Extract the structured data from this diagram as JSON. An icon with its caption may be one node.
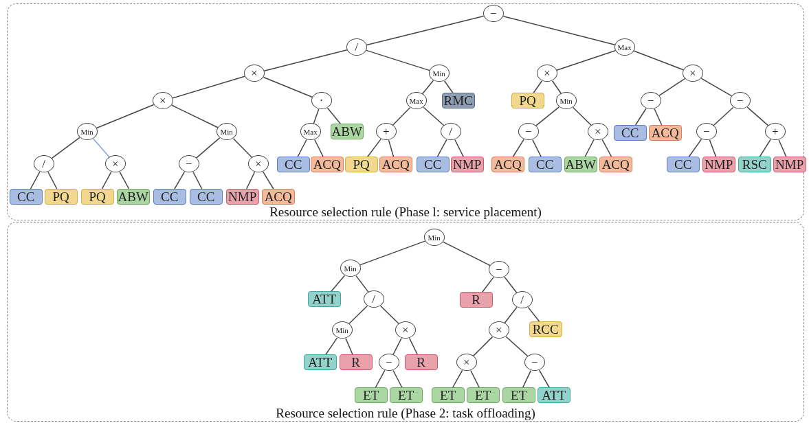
{
  "diagram": {
    "nodes": [
      {
        "text": [
          "Resource selection rule (Phase l: service placement)"
        ]
      },
      {
        "text": [
          "−"
        ],
        "in": 0
      },
      {
        "text": [
          "/"
        ],
        "in": 0
      },
      {
        "text": [
          "Max"
        ],
        "in": 0
      },
      {
        "text": [
          "×"
        ],
        "in": 0
      },
      {
        "text": [
          "Min"
        ],
        "in": 0
      },
      {
        "text": [
          "×"
        ],
        "in": 0
      },
      {
        "text": [
          "×"
        ],
        "in": 0
      },
      {
        "text": [
          "×"
        ],
        "in": 0
      },
      {
        "text": [
          "·"
        ],
        "in": 0
      },
      {
        "text": [
          "Max"
        ],
        "in": 0
      },
      {
        "text": [
          "RMC"
        ],
        "in": 0
      },
      {
        "text": [
          "PQ"
        ],
        "in": 0
      },
      {
        "text": [
          "Min"
        ],
        "in": 0
      },
      {
        "text": [
          "−"
        ],
        "in": 0
      },
      {
        "text": [
          "−"
        ],
        "in": 0
      },
      {
        "text": [
          "Min"
        ],
        "in": 0
      },
      {
        "text": [
          "Min"
        ],
        "in": 0
      },
      {
        "text": [
          "Max"
        ],
        "in": 0
      },
      {
        "text": [
          "ABW"
        ],
        "in": 0
      },
      {
        "text": [
          "+"
        ],
        "in": 0
      },
      {
        "text": [
          "/"
        ],
        "in": 0
      },
      {
        "text": [
          "−"
        ],
        "in": 0
      },
      {
        "text": [
          "×"
        ],
        "in": 0
      },
      {
        "text": [
          "CC"
        ],
        "in": 0
      },
      {
        "text": [
          "ACQ"
        ],
        "in": 0
      },
      {
        "text": [
          "−"
        ],
        "in": 0
      },
      {
        "text": [
          "+"
        ],
        "in": 0
      },
      {
        "text": [
          "/"
        ],
        "in": 0
      },
      {
        "text": [
          "×"
        ],
        "in": 0
      },
      {
        "text": [
          "−"
        ],
        "in": 0
      },
      {
        "text": [
          "×"
        ],
        "in": 0
      },
      {
        "text": [
          "CC"
        ],
        "in": 0
      },
      {
        "text": [
          "ACQ"
        ],
        "in": 0
      },
      {
        "text": [
          "PQ"
        ],
        "in": 0
      },
      {
        "text": [
          "ACQ"
        ],
        "in": 0
      },
      {
        "text": [
          "CC"
        ],
        "in": 0
      },
      {
        "text": [
          "NMP"
        ],
        "in": 0
      },
      {
        "text": [
          "ACQ"
        ],
        "in": 0
      },
      {
        "text": [
          "CC"
        ],
        "in": 0
      },
      {
        "text": [
          "ABW"
        ],
        "in": 0
      },
      {
        "text": [
          "ACQ"
        ],
        "in": 0
      },
      {
        "text": [
          "CC"
        ],
        "in": 0
      },
      {
        "text": [
          "NMP"
        ],
        "in": 0
      },
      {
        "text": [
          "RSC"
        ],
        "in": 0
      },
      {
        "text": [
          "NMP"
        ],
        "in": 0
      },
      {
        "text": [
          "CC"
        ],
        "in": 0
      },
      {
        "text": [
          "PQ"
        ],
        "in": 0
      },
      {
        "text": [
          "PQ"
        ],
        "in": 0
      },
      {
        "text": [
          "ABW"
        ],
        "in": 0
      },
      {
        "text": [
          "CC"
        ],
        "in": 0
      },
      {
        "text": [
          "CC"
        ],
        "in": 0
      },
      {
        "text": [
          "NMP"
        ],
        "in": 0
      },
      {
        "text": [
          "ACQ"
        ],
        "in": 0
      },
      {
        "text": [
          "Resource selection rule (Phase 2: task offloading)"
        ]
      },
      {
        "text": [
          "Min"
        ],
        "in": 54
      },
      {
        "text": [
          "Min"
        ],
        "in": 54
      },
      {
        "text": [
          "−"
        ],
        "in": 54
      },
      {
        "text": [
          "ATT"
        ],
        "in": 54
      },
      {
        "text": [
          "/"
        ],
        "in": 54
      },
      {
        "text": [
          "R"
        ],
        "in": 54
      },
      {
        "text": [
          "/"
        ],
        "in": 54
      },
      {
        "text": [
          "Min"
        ],
        "in": 54
      },
      {
        "text": [
          "×"
        ],
        "in": 54
      },
      {
        "text": [
          "×"
        ],
        "in": 54
      },
      {
        "text": [
          "RCC"
        ],
        "in": 54
      },
      {
        "text": [
          "ATT"
        ],
        "in": 54
      },
      {
        "text": [
          "R"
        ],
        "in": 54
      },
      {
        "text": [
          "−"
        ],
        "in": 54
      },
      {
        "text": [
          "R"
        ],
        "in": 54
      },
      {
        "text": [
          "×"
        ],
        "in": 54
      },
      {
        "text": [
          "−"
        ],
        "in": 54
      },
      {
        "text": [
          "ET"
        ],
        "in": 54
      },
      {
        "text": [
          "ET"
        ],
        "in": 54
      },
      {
        "text": [
          "ET"
        ],
        "in": 54
      },
      {
        "text": [
          "ET"
        ],
        "in": 54
      },
      {
        "text": [
          "ET"
        ],
        "in": 54
      },
      {
        "text": [
          "ATT"
        ],
        "in": 54
      }
    ],
    "edges": [
      {
        "from": 1,
        "to": 2,
        "arrow": "none"
      },
      {
        "from": 1,
        "to": 3,
        "arrow": "none"
      },
      {
        "from": 2,
        "to": 4,
        "arrow": "none"
      },
      {
        "from": 2,
        "to": 5,
        "arrow": "none"
      },
      {
        "from": 3,
        "to": 6,
        "arrow": "none"
      },
      {
        "from": 3,
        "to": 7,
        "arrow": "none"
      },
      {
        "from": 4,
        "to": 8,
        "arrow": "none"
      },
      {
        "from": 4,
        "to": 9,
        "arrow": "none"
      },
      {
        "from": 5,
        "to": 10,
        "arrow": "none"
      },
      {
        "from": 5,
        "to": 11,
        "arrow": "none"
      },
      {
        "from": 6,
        "to": 12,
        "arrow": "none"
      },
      {
        "from": 6,
        "to": 13,
        "arrow": "none"
      },
      {
        "from": 7,
        "to": 14,
        "arrow": "none"
      },
      {
        "from": 7,
        "to": 15,
        "arrow": "none"
      },
      {
        "from": 8,
        "to": 16,
        "arrow": "none"
      },
      {
        "from": 8,
        "to": 17,
        "arrow": "none"
      },
      {
        "from": 9,
        "to": 18,
        "arrow": "none"
      },
      {
        "from": 9,
        "to": 19,
        "arrow": "none"
      },
      {
        "from": 10,
        "to": 20,
        "arrow": "none"
      },
      {
        "from": 10,
        "to": 21,
        "arrow": "none"
      },
      {
        "from": 13,
        "to": 22,
        "arrow": "none"
      },
      {
        "from": 13,
        "to": 23,
        "arrow": "none"
      },
      {
        "from": 14,
        "to": 24,
        "arrow": "none"
      },
      {
        "from": 14,
        "to": 25,
        "arrow": "none"
      },
      {
        "from": 15,
        "to": 26,
        "arrow": "none"
      },
      {
        "from": 15,
        "to": 27,
        "arrow": "none"
      },
      {
        "from": 16,
        "to": 28,
        "arrow": "none"
      },
      {
        "from": 16,
        "to": 29,
        "arrow": "none",
        "color": "#8a9ee0"
      },
      {
        "from": 17,
        "to": 30,
        "arrow": "none"
      },
      {
        "from": 17,
        "to": 31,
        "arrow": "none"
      },
      {
        "from": 18,
        "to": 32,
        "arrow": "none"
      },
      {
        "from": 18,
        "to": 33,
        "arrow": "none"
      },
      {
        "from": 20,
        "to": 34,
        "arrow": "none"
      },
      {
        "from": 20,
        "to": 35,
        "arrow": "none"
      },
      {
        "from": 21,
        "to": 36,
        "arrow": "none"
      },
      {
        "from": 21,
        "to": 37,
        "arrow": "none"
      },
      {
        "from": 22,
        "to": 38,
        "arrow": "none"
      },
      {
        "from": 22,
        "to": 39,
        "arrow": "none"
      },
      {
        "from": 23,
        "to": 40,
        "arrow": "none"
      },
      {
        "from": 23,
        "to": 41,
        "arrow": "none"
      },
      {
        "from": 26,
        "to": 42,
        "arrow": "none"
      },
      {
        "from": 26,
        "to": 43,
        "arrow": "none"
      },
      {
        "from": 27,
        "to": 44,
        "arrow": "none"
      },
      {
        "from": 27,
        "to": 45,
        "arrow": "none"
      },
      {
        "from": 28,
        "to": 46,
        "arrow": "none"
      },
      {
        "from": 28,
        "to": 47,
        "arrow": "none"
      },
      {
        "from": 29,
        "to": 48,
        "arrow": "none"
      },
      {
        "from": 29,
        "to": 49,
        "arrow": "none"
      },
      {
        "from": 30,
        "to": 50,
        "arrow": "none"
      },
      {
        "from": 30,
        "to": 51,
        "arrow": "none"
      },
      {
        "from": 31,
        "to": 52,
        "arrow": "none"
      },
      {
        "from": 31,
        "to": 53,
        "arrow": "none"
      },
      {
        "from": 55,
        "to": 56,
        "arrow": "none"
      },
      {
        "from": 55,
        "to": 57,
        "arrow": "none"
      },
      {
        "from": 56,
        "to": 58,
        "arrow": "none"
      },
      {
        "from": 56,
        "to": 59,
        "arrow": "none"
      },
      {
        "from": 57,
        "to": 60,
        "arrow": "none"
      },
      {
        "from": 57,
        "to": 61,
        "arrow": "none"
      },
      {
        "from": 59,
        "to": 62,
        "arrow": "none"
      },
      {
        "from": 59,
        "to": 63,
        "arrow": "none"
      },
      {
        "from": 61,
        "to": 64,
        "arrow": "none"
      },
      {
        "from": 61,
        "to": 65,
        "arrow": "none"
      },
      {
        "from": 62,
        "to": 66,
        "arrow": "none"
      },
      {
        "from": 62,
        "to": 67,
        "arrow": "none"
      },
      {
        "from": 63,
        "to": 68,
        "arrow": "none"
      },
      {
        "from": 63,
        "to": 69,
        "arrow": "none"
      },
      {
        "from": 64,
        "to": 70,
        "arrow": "none"
      },
      {
        "from": 64,
        "to": 71,
        "arrow": "none"
      },
      {
        "from": 68,
        "to": 72,
        "arrow": "none"
      },
      {
        "from": 68,
        "to": 73,
        "arrow": "none"
      },
      {
        "from": 70,
        "to": 74,
        "arrow": "none"
      },
      {
        "from": 70,
        "to": 75,
        "arrow": "none"
      },
      {
        "from": 71,
        "to": 76,
        "arrow": "none"
      },
      {
        "from": 71,
        "to": 77,
        "arrow": "none"
      }
    ]
  }
}
